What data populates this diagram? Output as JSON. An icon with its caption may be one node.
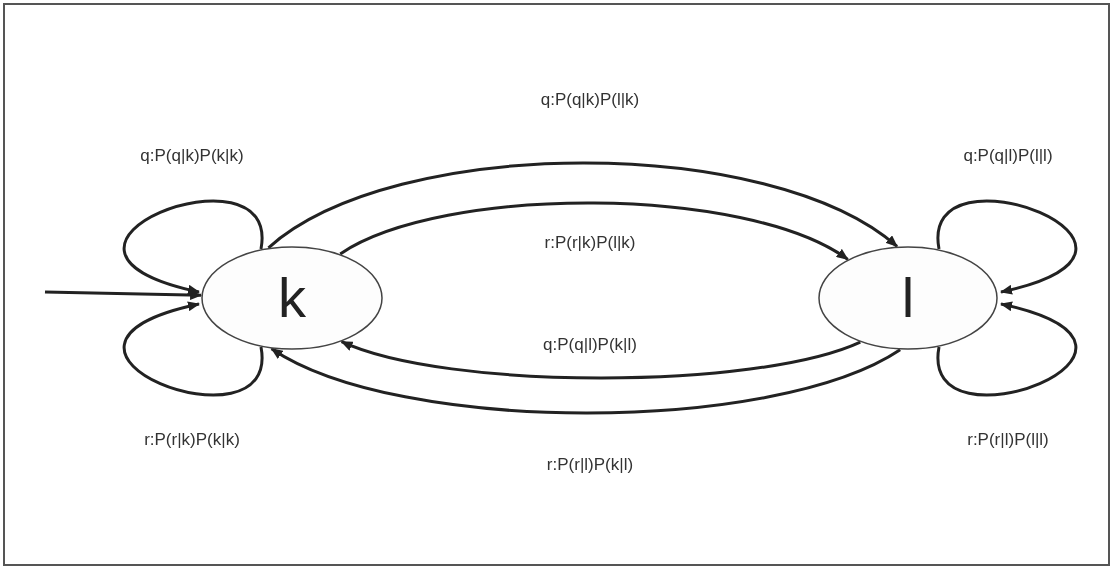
{
  "diagram": {
    "nodes": [
      {
        "text": [
          "k"
        ]
      },
      {
        "text": [
          "l"
        ]
      }
    ],
    "edges": [
      {
        "from": null,
        "to": 0,
        "arrow": "to"
      },
      {
        "from": 0,
        "to": 0,
        "arrow": "to",
        "label": "q:P(q|k)P(k|k)"
      },
      {
        "from": 0,
        "to": 0,
        "arrow": "to",
        "label": "r:P(r|k)P(k|k)"
      },
      {
        "from": 0,
        "to": 1,
        "arrow": "to",
        "label": "q:P(q|k)P(l|k)"
      },
      {
        "from": 0,
        "to": 1,
        "arrow": "to",
        "label": "r:P(r|k)P(l|k)"
      },
      {
        "from": 1,
        "to": 0,
        "arrow": "to",
        "label": "q:P(q|l)P(k|l)"
      },
      {
        "from": 1,
        "to": 0,
        "arrow": "to",
        "label": "r:P(r|l)P(k|l)"
      },
      {
        "from": 1,
        "to": 1,
        "arrow": "to",
        "label": "q:P(q|l)P(l|l)"
      },
      {
        "from": 1,
        "to": 1,
        "arrow": "to",
        "label": "r:P(r|l)P(l|l)"
      }
    ]
  }
}
